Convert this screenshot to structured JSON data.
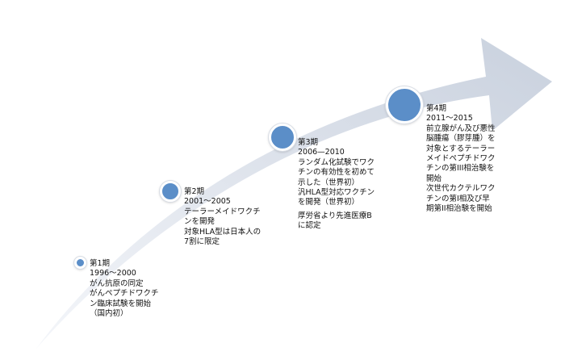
{
  "colors": {
    "arrow_light": "#f4f6fa",
    "arrow_dark": "#c9d1de",
    "dot": "#5b8ec8"
  },
  "phases": [
    {
      "title": "第1期",
      "years": "1996～2000",
      "lines": [
        "がん抗原の同定",
        "がんペプチドワクチ",
        "ン臨床試験を開始",
        "（国内初）"
      ]
    },
    {
      "title": "第2期",
      "years": "2001～2005",
      "lines": [
        "テーラーメイドワクチ",
        "ンを開発",
        "対象HLA型は日本人の",
        "7割に限定"
      ]
    },
    {
      "title": "第3期",
      "years": "2006—2010",
      "lines": [
        "ランダム化試験でワク",
        "チンの有効性を初めて",
        "示した（世界初）",
        "汎HLA型対応ワクチン",
        "を開発（世界初）"
      ],
      "extra": [
        "厚労省より先進医療B",
        "に認定"
      ]
    },
    {
      "title": "第4期",
      "years": "2011～2015",
      "lines": [
        "前立腺がん及び悪性",
        "脳腫瘍（膠芽腫）を",
        "対象とするテーラー",
        "メイドペプチドワク",
        "チンの第III相治験を",
        "開始",
        "次世代カクテルワク",
        "チンの第I相及び早",
        "期第II相治験を開始"
      ]
    }
  ]
}
